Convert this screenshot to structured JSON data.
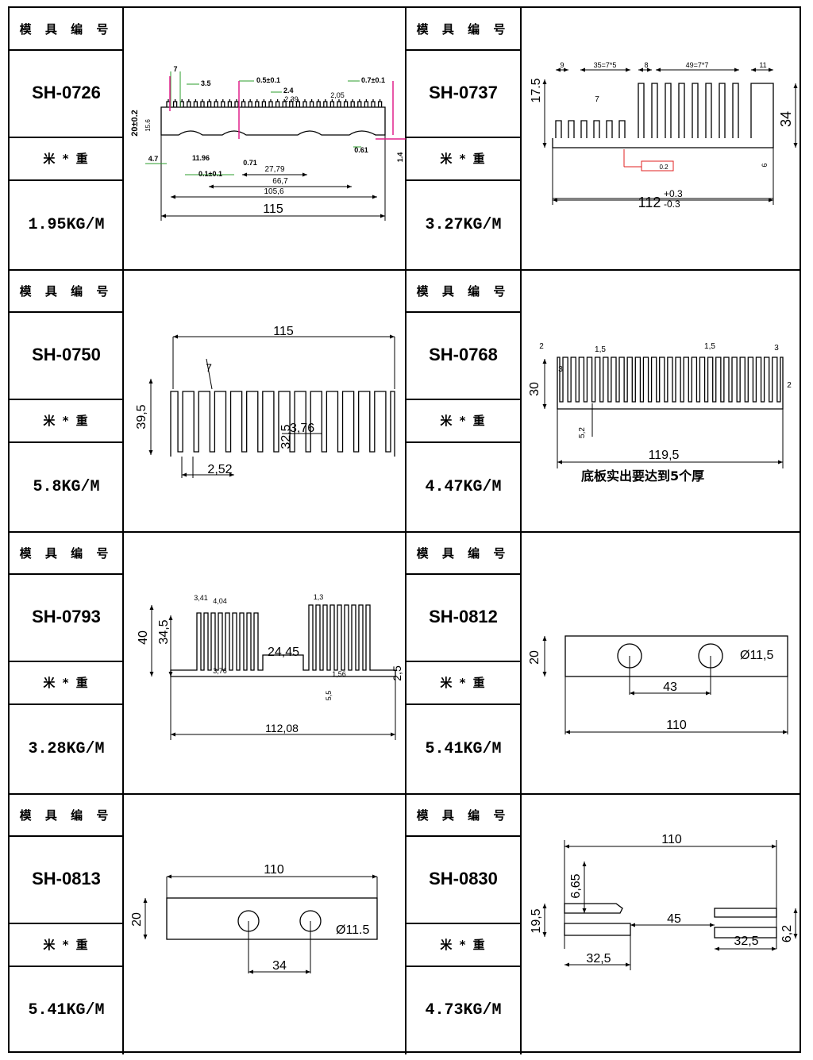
{
  "header_label": "模 具 编 号",
  "weight_label": "米 * 重",
  "items": [
    {
      "code": "SH-0726",
      "weight": "1.95KG/M",
      "dims": {
        "w": "115",
        "a": "105,6",
        "b": "66,7",
        "c": "27,79",
        "d": "2,39",
        "e": "2,05",
        "f": "7",
        "g": "3.5",
        "h": "0.5±0.1",
        "i": "2.4",
        "j": "0.7±0.1",
        "k": "4.7",
        "l": "11.96",
        "m": "0.1±0.1",
        "n": "0.71",
        "o": "0.61",
        "p": "20±0.2",
        "q": "15.6",
        "r": "1.4"
      }
    },
    {
      "code": "SH-0737",
      "weight": "3.27KG/M",
      "dims": {
        "a": "9",
        "b": "35=7*5",
        "c": "8",
        "d": "49=7*7",
        "e": "11",
        "f": "7",
        "g": "17.5",
        "h": "34",
        "i": "6",
        "j": "112",
        "k": "+0.3",
        "l": "-0.3",
        "m": "0.2"
      }
    },
    {
      "code": "SH-0750",
      "weight": "5.8KG/M",
      "dims": {
        "w": "115",
        "t": "7",
        "h": "39,5",
        "f": "32,5",
        "g": "3,76",
        "b": "2,52"
      }
    },
    {
      "code": "SH-0768",
      "weight": "4.47KG/M",
      "note": "底板实出要达到5个厚",
      "dims": {
        "a": "2",
        "b": "1,5",
        "c": "1,5",
        "d": "3",
        "e": "3",
        "f": "2",
        "h": "30",
        "t": "5,2",
        "w": "119,5"
      }
    },
    {
      "code": "SH-0793",
      "weight": "3.28KG/M",
      "dims": {
        "a": "3,41",
        "b": "4,04",
        "c": "1,3",
        "h": "40",
        "h2": "34,5",
        "g": "24,45",
        "d": "3,76",
        "e": "1,56",
        "t": "5,5",
        "f": "2,5",
        "w": "112,08"
      }
    },
    {
      "code": "SH-0812",
      "weight": "5.41KG/M",
      "dims": {
        "h": "20",
        "d": "Ø11,5",
        "s": "43",
        "w": "110"
      }
    },
    {
      "code": "SH-0813",
      "weight": "5.41KG/M",
      "dims": {
        "w": "110",
        "h": "20",
        "d": "Ø11.5",
        "s": "34"
      }
    },
    {
      "code": "SH-0830",
      "weight": "4.73KG/M",
      "dims": {
        "w": "110",
        "a": "6,65",
        "h": "19,5",
        "m": "45",
        "b": "32,5",
        "c": "32,5",
        "t": "6,2"
      }
    }
  ]
}
